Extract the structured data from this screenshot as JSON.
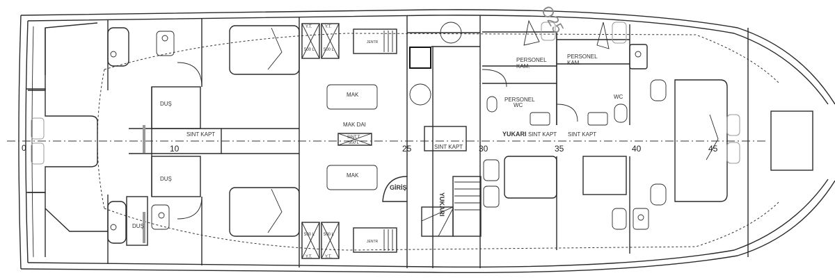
{
  "drawing": {
    "watermark": "O25",
    "frame_numbers": [
      "0",
      "10",
      "25",
      "30",
      "35",
      "40",
      "45"
    ],
    "labels": {
      "dus_1": "DUŞ",
      "dus_2": "DUŞ",
      "dus_3": "DUŞ",
      "sint_kapt_1": "SINT KAPT",
      "sint_kapt_2": "SINT KAPT",
      "sint_kapt_3": "SINT KAPT",
      "sint_kapt_4": "SINT KAPT",
      "mak_top": "MAK",
      "mak_bottom": "MAK",
      "mak_dai": "MAK DAI",
      "sint_t": "SINT.T",
      "sint_t_vol": "500 L",
      "yt": "Y.T.",
      "tank_500": "500 L",
      "jentr": "JENTR",
      "giris": "GİRİŞ",
      "yukari_stair": "YUKARI",
      "yukari_fwd": "YUKARI",
      "personel_kam": "PERSONEL",
      "kam": "KAM.",
      "personel_wc_1": "PERSONEL",
      "personel_wc_2": "WC",
      "wc": "WC"
    }
  }
}
